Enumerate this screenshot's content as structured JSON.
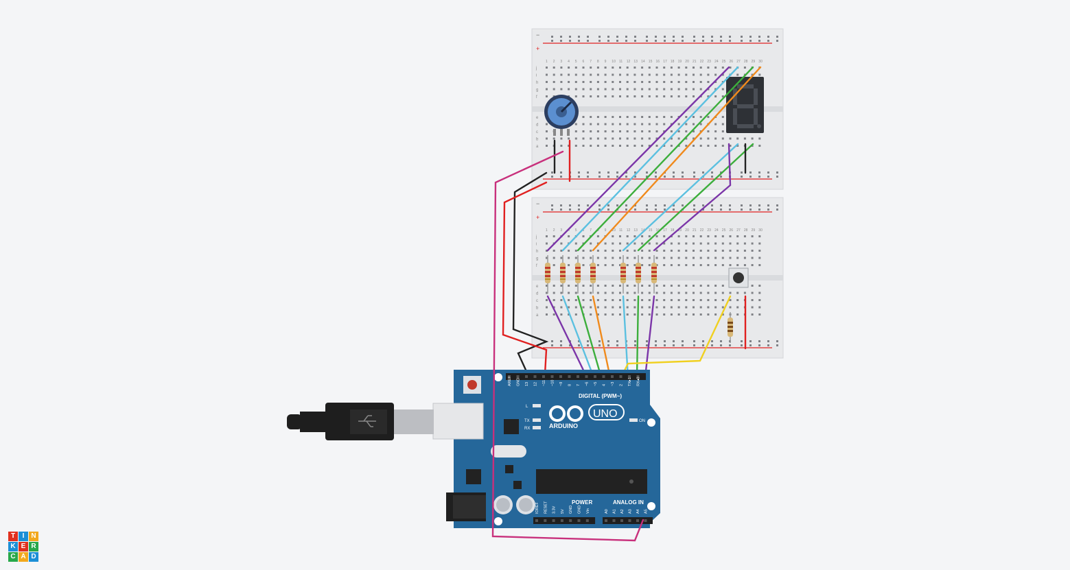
{
  "board": {
    "brand": "ARDUINO",
    "model": "UNO",
    "digital_label": "DIGITAL (PWM~)",
    "power_label": "POWER",
    "analog_label": "ANALOG IN",
    "on_label": "ON",
    "l_label": "L",
    "tx_label": "TX",
    "rx_label": "RX",
    "digital_pins": [
      "AREF",
      "GND",
      "13",
      "12",
      "~11",
      "~10",
      "~9",
      "8",
      "7",
      "~6",
      "~5",
      "4",
      "~3",
      "2",
      "TX▸1",
      "RX◂0"
    ],
    "power_pins": [
      "IOREF",
      "RESET",
      "3.3V",
      "5V",
      "GND",
      "GND",
      "Vin"
    ],
    "analog_pins": [
      "A0",
      "A1",
      "A2",
      "A3",
      "A4",
      "A5"
    ]
  },
  "breadboard": {
    "row_letters_top": [
      "j",
      "i",
      "h",
      "g",
      "f"
    ],
    "row_letters_bottom": [
      "e",
      "d",
      "c",
      "b",
      "a"
    ],
    "columns": [
      "1",
      "2",
      "3",
      "4",
      "5",
      "6",
      "7",
      "8",
      "9",
      "10",
      "11",
      "12",
      "13",
      "14",
      "15",
      "16",
      "17",
      "18",
      "19",
      "20",
      "21",
      "22",
      "23",
      "24",
      "25",
      "26",
      "27",
      "28",
      "29",
      "30"
    ],
    "rail_minus": "−",
    "rail_plus": "+"
  },
  "logo": {
    "letters": [
      "T",
      "I",
      "N",
      "K",
      "E",
      "R",
      "C",
      "A",
      "D"
    ]
  },
  "colors": {
    "purple": "#7b35a8",
    "cyan": "#5bc0e0",
    "green": "#3cae3c",
    "orange": "#f08a1c",
    "red": "#e02020",
    "black": "#222222",
    "magenta": "#c8307c",
    "yellow": "#f0d020",
    "board_blue": "#25679a"
  }
}
